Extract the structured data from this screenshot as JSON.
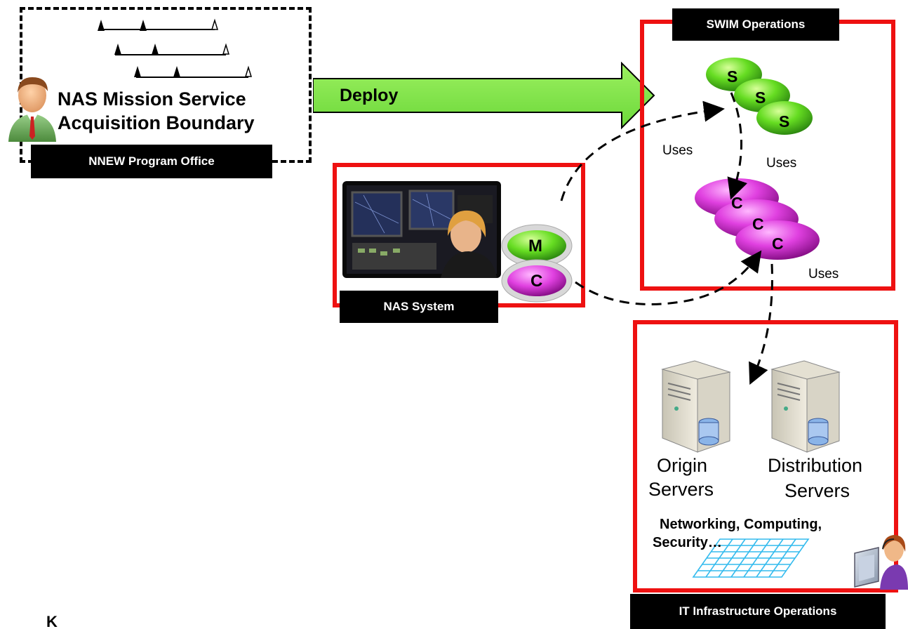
{
  "program_office": {
    "title_line1": "NAS Mission Service",
    "title_line2": "Acquisition Boundary",
    "label": "NNEW Program Office"
  },
  "deploy_label": "Deploy",
  "swim": {
    "label": "SWIM Operations",
    "service_letter": "S",
    "consumer_letter": "C"
  },
  "nas_system": {
    "label": "NAS System",
    "m_letter": "M",
    "c_letter": "C"
  },
  "uses_labels": [
    "Uses",
    "Uses",
    "Uses"
  ],
  "it_infra": {
    "label": "IT Infrastructure Operations",
    "origin_line1": "Origin",
    "origin_line2": "Servers",
    "distribution_line1": "Distribution",
    "distribution_line2": "Servers",
    "net_line1": "Networking, Computing,",
    "net_line2": "Security…"
  },
  "key_label": "K",
  "colors": {
    "red_border": "#ee1111",
    "green": "#66dd22",
    "magenta": "#e040e0",
    "grid_blue": "#33bbee"
  }
}
